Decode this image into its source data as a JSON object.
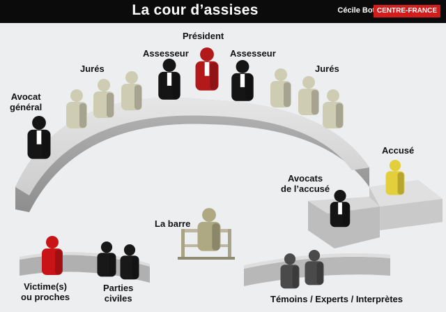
{
  "header": {
    "title": "La cour d’assises",
    "author": "Cécile Botin",
    "brand": "CENTRE-FRANCE"
  },
  "labels": {
    "president": "Président",
    "assesseur_left": "Assesseur",
    "assesseur_right": "Assesseur",
    "jures_left": "Jurés",
    "jures_right": "Jurés",
    "avocat_general_1": "Avocat",
    "avocat_general_2": "général",
    "accuse": "Accusé",
    "avocats_accuse_1": "Avocats",
    "avocats_accuse_2": "de l’accusé",
    "la_barre": "La barre",
    "victimes_1": "Victime(s)",
    "victimes_2": "ou proches",
    "parties_1": "Parties",
    "parties_2": "civiles",
    "temoins": "Témoins / Experts / Interprètes"
  },
  "colors": {
    "president": "#b2191b",
    "assesseur": "#151515",
    "jure": "#cfccb4",
    "avocat": "#151515",
    "accuse": "#e3cf3c",
    "barre_person": "#aea982",
    "victime": "#c81417",
    "partie_civile": "#181818",
    "temoin": "#4a4a4a",
    "bench_top": "#dcdcdc",
    "bench_side": "#a9a9a9"
  }
}
